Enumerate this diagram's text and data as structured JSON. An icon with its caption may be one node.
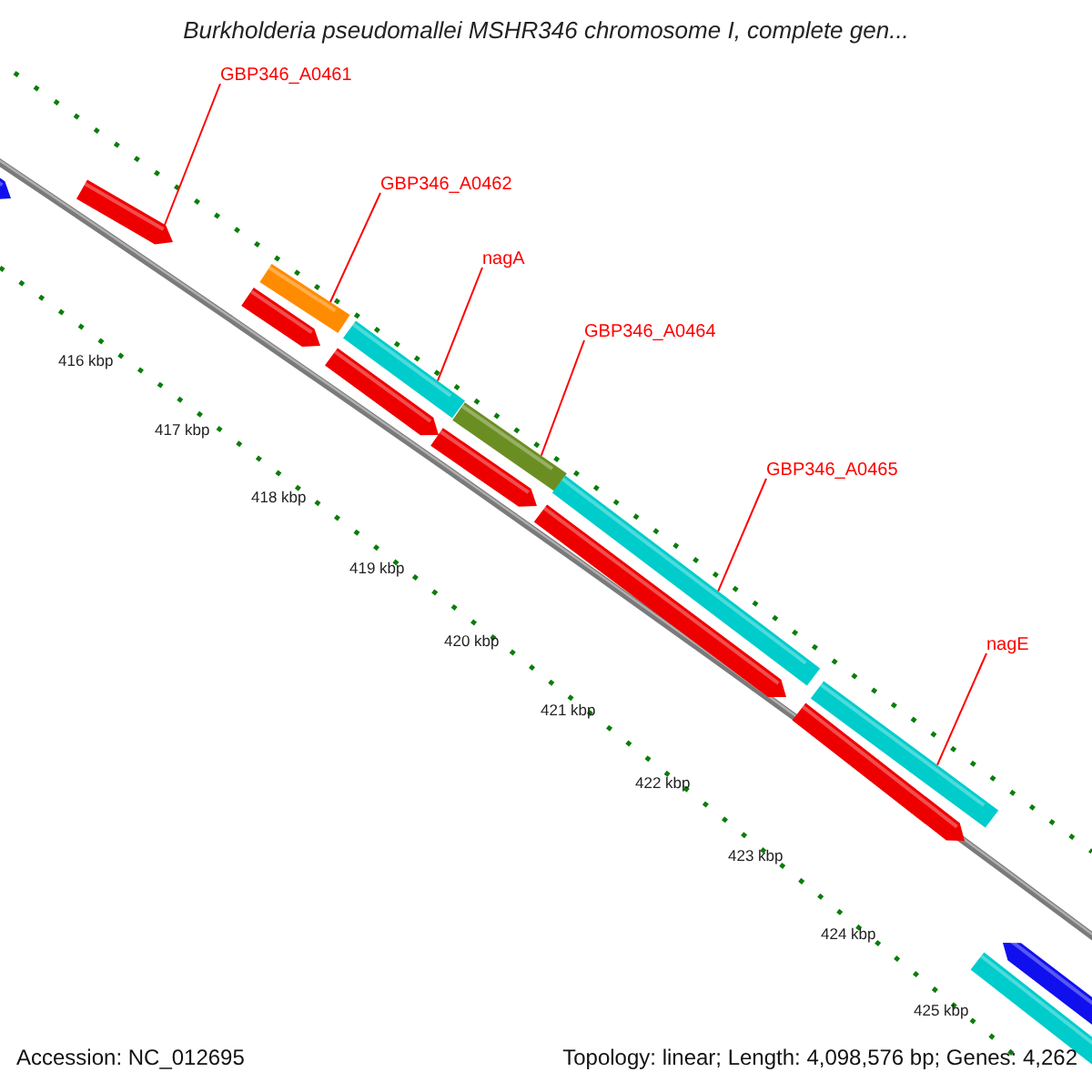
{
  "diagram": {
    "title": "Burkholderia pseudomallei MSHR346 chromosome I, complete gen...",
    "nodes": [
      {
        "text": [
          "GBP346_A0461"
        ]
      },
      {
        "text": [
          "GBP346_A0462"
        ]
      },
      {
        "text": [
          "nagA"
        ]
      },
      {
        "text": [
          "GBP346_A0464"
        ]
      },
      {
        "text": [
          "GBP346_A0465"
        ]
      },
      {
        "text": [
          "nagE"
        ]
      },
      {
        "text": [],
        "shape": "bar"
      },
      {
        "text": [],
        "shape": "bar"
      },
      {
        "text": [],
        "shape": "bar"
      },
      {
        "text": [],
        "shape": "bar"
      },
      {
        "text": [],
        "shape": "bar"
      },
      {
        "text": [],
        "shape": "bar"
      }
    ],
    "edges": [
      {
        "from": 0,
        "to": 6,
        "arrow": "none"
      },
      {
        "from": 1,
        "to": 7,
        "arrow": "none"
      },
      {
        "from": 2,
        "to": 8,
        "arrow": "none"
      },
      {
        "from": 3,
        "to": 9,
        "arrow": "none"
      },
      {
        "from": 4,
        "to": 10,
        "arrow": "none"
      },
      {
        "from": 5,
        "to": 11,
        "arrow": "none"
      }
    ],
    "labels": [
      "416 kbp",
      "417 kbp",
      "418 kbp",
      "419 kbp",
      "420 kbp",
      "421 kbp",
      "422 kbp",
      "423 kbp",
      "424 kbp",
      "425 kbp",
      "Accession: NC_012695",
      "Topology: linear; Length: 4,098,576 bp; Genes: 4,262"
    ]
  }
}
